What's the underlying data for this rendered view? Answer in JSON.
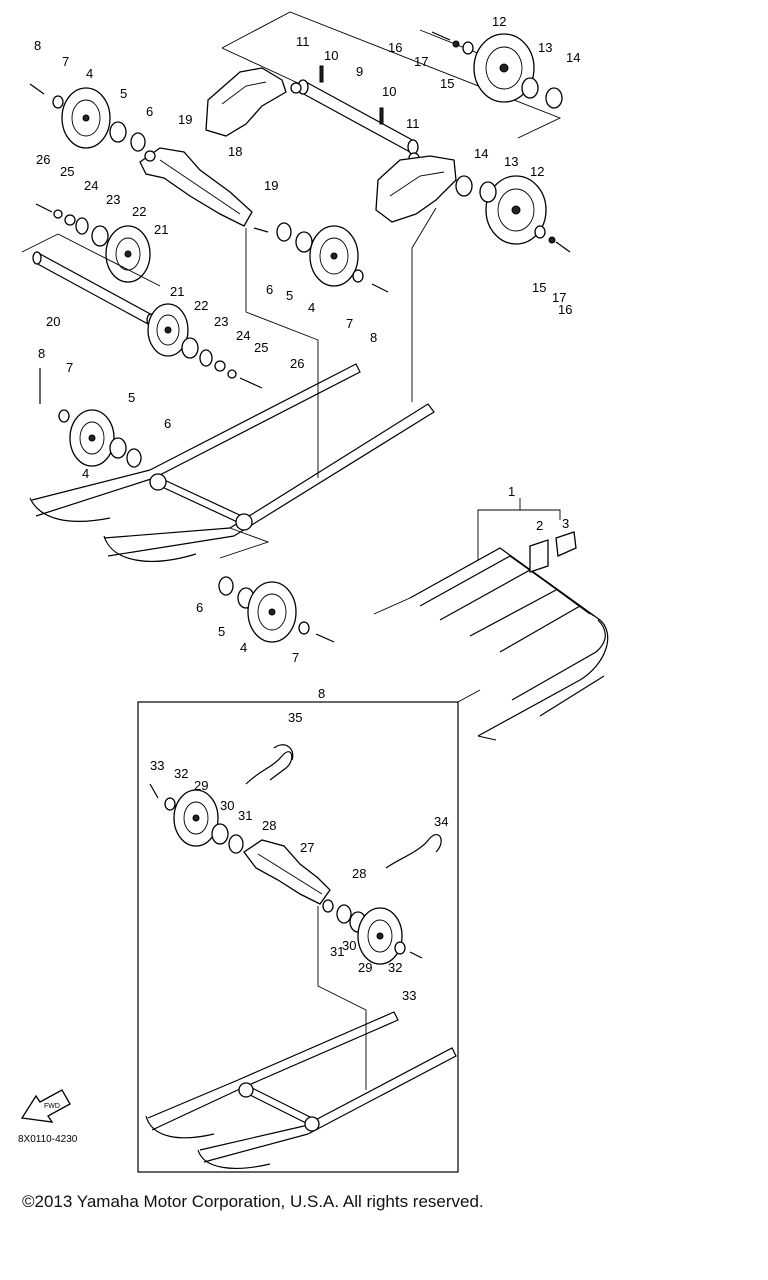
{
  "labels": [
    {
      "id": "p8a",
      "text": "8"
    },
    {
      "id": "p7a",
      "text": "7"
    },
    {
      "id": "p4a",
      "text": "4"
    },
    {
      "id": "p5a",
      "text": "5"
    },
    {
      "id": "p6a",
      "text": "6"
    },
    {
      "id": "p19a",
      "text": "19"
    },
    {
      "id": "p18",
      "text": "18"
    },
    {
      "id": "p11a",
      "text": "11"
    },
    {
      "id": "p10a",
      "text": "10"
    },
    {
      "id": "p9",
      "text": "9"
    },
    {
      "id": "p10b",
      "text": "10"
    },
    {
      "id": "p11b",
      "text": "11"
    },
    {
      "id": "p16a",
      "text": "16"
    },
    {
      "id": "p17a",
      "text": "17"
    },
    {
      "id": "p15a",
      "text": "15"
    },
    {
      "id": "p12a",
      "text": "12"
    },
    {
      "id": "p13a",
      "text": "13"
    },
    {
      "id": "p14a",
      "text": "14"
    },
    {
      "id": "p14b",
      "text": "14"
    },
    {
      "id": "p13b",
      "text": "13"
    },
    {
      "id": "p12b",
      "text": "12"
    },
    {
      "id": "p15b",
      "text": "15"
    },
    {
      "id": "p17b",
      "text": "17"
    },
    {
      "id": "p16b",
      "text": "16"
    },
    {
      "id": "p26a",
      "text": "26"
    },
    {
      "id": "p25a",
      "text": "25"
    },
    {
      "id": "p24a",
      "text": "24"
    },
    {
      "id": "p23a",
      "text": "23"
    },
    {
      "id": "p22a",
      "text": "22"
    },
    {
      "id": "p21a",
      "text": "21"
    },
    {
      "id": "p19b",
      "text": "19"
    },
    {
      "id": "p6b",
      "text": "6"
    },
    {
      "id": "p5b",
      "text": "5"
    },
    {
      "id": "p4b",
      "text": "4"
    },
    {
      "id": "p7b",
      "text": "7"
    },
    {
      "id": "p8b",
      "text": "8"
    },
    {
      "id": "p20",
      "text": "20"
    },
    {
      "id": "p21b",
      "text": "21"
    },
    {
      "id": "p22b",
      "text": "22"
    },
    {
      "id": "p23b",
      "text": "23"
    },
    {
      "id": "p24b",
      "text": "24"
    },
    {
      "id": "p25b",
      "text": "25"
    },
    {
      "id": "p26b",
      "text": "26"
    },
    {
      "id": "p8c",
      "text": "8"
    },
    {
      "id": "p7c",
      "text": "7"
    },
    {
      "id": "p5c",
      "text": "5"
    },
    {
      "id": "p6c",
      "text": "6"
    },
    {
      "id": "p4c",
      "text": "4"
    },
    {
      "id": "p1",
      "text": "1"
    },
    {
      "id": "p2",
      "text": "2"
    },
    {
      "id": "p3",
      "text": "3"
    },
    {
      "id": "p6d",
      "text": "6"
    },
    {
      "id": "p5d",
      "text": "5"
    },
    {
      "id": "p4d",
      "text": "4"
    },
    {
      "id": "p7d",
      "text": "7"
    },
    {
      "id": "p8d",
      "text": "8"
    },
    {
      "id": "p35",
      "text": "35"
    },
    {
      "id": "p33a",
      "text": "33"
    },
    {
      "id": "p32a",
      "text": "32"
    },
    {
      "id": "p29a",
      "text": "29"
    },
    {
      "id": "p30a",
      "text": "30"
    },
    {
      "id": "p31a",
      "text": "31"
    },
    {
      "id": "p28a",
      "text": "28"
    },
    {
      "id": "p27",
      "text": "27"
    },
    {
      "id": "p34",
      "text": "34"
    },
    {
      "id": "p28b",
      "text": "28"
    },
    {
      "id": "p31b",
      "text": "31"
    },
    {
      "id": "p30b",
      "text": "30"
    },
    {
      "id": "p29b",
      "text": "29"
    },
    {
      "id": "p32b",
      "text": "32"
    },
    {
      "id": "p33b",
      "text": "33"
    }
  ],
  "diagram_code": "8X0110-4230",
  "fwd_arrow_text": "FWD",
  "copyright": "©2013 Yamaha Motor Corporation, U.S.A. All rights reserved."
}
